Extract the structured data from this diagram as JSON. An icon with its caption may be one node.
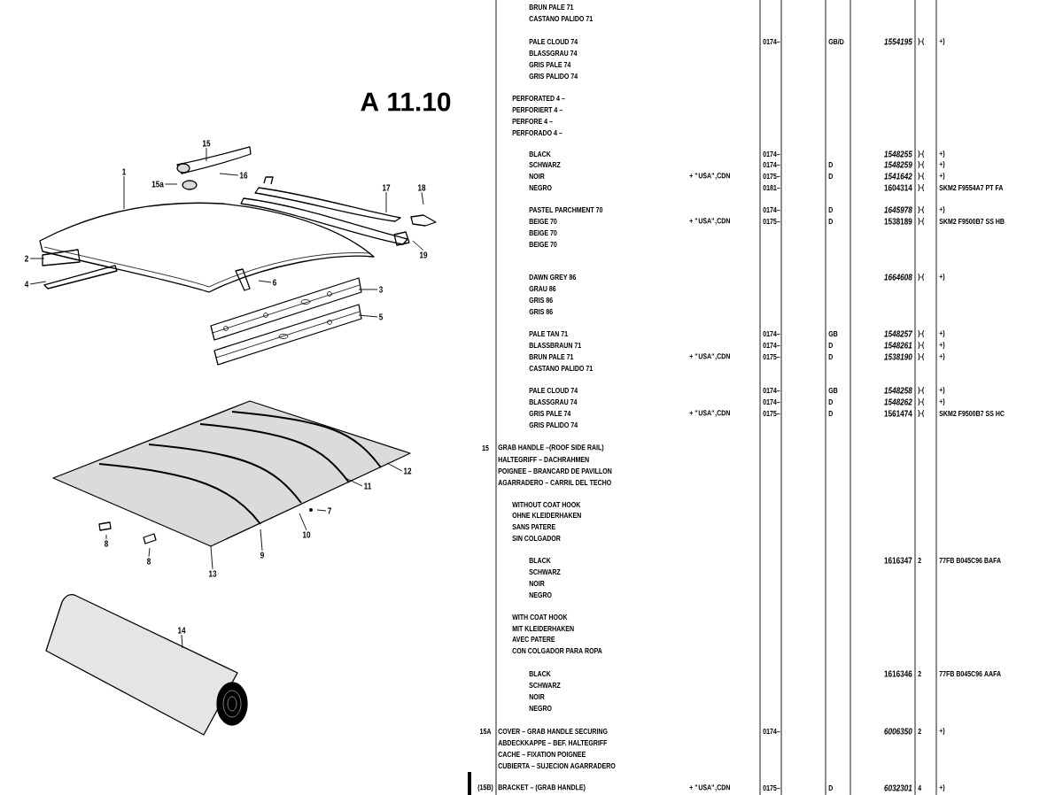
{
  "diagram": {
    "title": "A 11.10",
    "nodes": [
      {
        "text": [
          "15"
        ]
      },
      {
        "text": [
          "16"
        ]
      },
      {
        "text": [
          "15a"
        ]
      },
      {
        "text": [
          "1"
        ]
      },
      {
        "text": [
          "17"
        ]
      },
      {
        "text": [
          "18"
        ]
      },
      {
        "text": [
          "19"
        ]
      },
      {
        "text": [
          "2"
        ]
      },
      {
        "text": [
          "6"
        ]
      },
      {
        "text": [
          "3"
        ]
      },
      {
        "text": [
          "4"
        ]
      },
      {
        "text": [
          "5"
        ]
      },
      {
        "text": [
          "12"
        ]
      },
      {
        "text": [
          "11"
        ]
      },
      {
        "text": [
          "7"
        ]
      },
      {
        "text": [
          "10"
        ]
      },
      {
        "text": [
          "9"
        ]
      },
      {
        "text": [
          "8"
        ]
      },
      {
        "text": [
          "8"
        ]
      },
      {
        "text": [
          "13"
        ]
      },
      {
        "text": [
          "14"
        ]
      }
    ],
    "edges": [
      {
        "from": 0,
        "to": null,
        "arrow": "none"
      },
      {
        "from": 1,
        "to": null,
        "arrow": "none"
      },
      {
        "from": 2,
        "to": null,
        "arrow": "none"
      },
      {
        "from": 3,
        "to": null,
        "arrow": "none"
      },
      {
        "from": 4,
        "to": null,
        "arrow": "none"
      },
      {
        "from": 5,
        "to": null,
        "arrow": "none"
      },
      {
        "from": 6,
        "to": null,
        "arrow": "none"
      },
      {
        "from": 7,
        "to": null,
        "arrow": "none"
      },
      {
        "from": 8,
        "to": null,
        "arrow": "none"
      },
      {
        "from": 9,
        "to": null,
        "arrow": "none"
      },
      {
        "from": 10,
        "to": null,
        "arrow": "none"
      },
      {
        "from": 11,
        "to": null,
        "arrow": "none"
      },
      {
        "from": 12,
        "to": null,
        "arrow": "none"
      },
      {
        "from": 13,
        "to": null,
        "arrow": "none"
      },
      {
        "from": 14,
        "to": null,
        "arrow": "none"
      },
      {
        "from": 15,
        "to": null,
        "arrow": "none"
      },
      {
        "from": 16,
        "to": null,
        "arrow": "none"
      },
      {
        "from": 17,
        "to": null,
        "arrow": "none"
      },
      {
        "from": 18,
        "to": null,
        "arrow": "none"
      },
      {
        "from": 19,
        "to": null,
        "arrow": "none"
      },
      {
        "from": 20,
        "to": null,
        "arrow": "none"
      }
    ],
    "labels": [
      "BRUN PALE 71",
      "CASTANO PALIDO 71",
      "PALE CLOUD 74",
      "0174–",
      "GB/D",
      "1554195",
      ")-(",
      "+)",
      "BLASSGRAU 74",
      "GRIS PALE 74",
      "GRIS PALIDO 74",
      "PERFORATED 4 –",
      "PERFORIERT 4 –",
      "PERFORE 4 –",
      "PERFORADO 4 –",
      "BLACK",
      "0174–",
      "1548255",
      ")-(",
      "+)",
      "SCHWARZ",
      "0174–",
      "D",
      "1548259",
      ")-(",
      "+)",
      "NOIR",
      "+ \"USA\",CDN",
      "0175–",
      "D",
      "1541642",
      ")-(",
      "+)",
      "NEGRO",
      "0181–",
      "1604314",
      ")-(",
      "SKM2 F9554A7 PT FA",
      "PASTEL PARCHMENT 70",
      "0174–",
      "D",
      "1645978",
      ")-(",
      "+)",
      "BEIGE 70",
      "+ \"USA\",CDN",
      "0175–",
      "D",
      "1538189",
      ")-(",
      "SKM2 F9500B7 SS HB",
      "BEIGE 70",
      "BEIGE 70",
      "DAWN GREY 86",
      "1664608",
      ")-(",
      "+)",
      "GRAU 86",
      "GRIS 86",
      "GRIS 86",
      "PALE TAN 71",
      "0174–",
      "GB",
      "1548257",
      ")-(",
      "+)",
      "BLASSBRAUN 71",
      "0174–",
      "D",
      "1548261",
      ")-(",
      "+)",
      "BRUN PALE 71",
      "+ \"USA\",CDN",
      "0175–",
      "D",
      "1538190",
      ")-(",
      "+)",
      "CASTANO PALIDO 71",
      "PALE CLOUD 74",
      "0174–",
      "GB",
      "1548258",
      ")-(",
      "+)",
      "BLASSGRAU 74",
      "0174–",
      "D",
      "1548262",
      ")-(",
      "+)",
      "GRIS PALE 74",
      "+ \"USA\",CDN",
      "0175–",
      "D",
      "1561474",
      ")-(",
      "SKM2 F9500B7 SS HC",
      "GRIS PALIDO 74",
      "15",
      "GRAB HANDLE –(ROOF SIDE RAIL)",
      "HALTEGRIFF – DACHRAHMEN",
      "POIGNEE – BRANCARD DE PAVILLON",
      "AGARRADERO – CARRIL DEL TECHO",
      "WITHOUT COAT HOOK",
      "OHNE KLEIDERHAKEN",
      "SANS PATERE",
      "SIN COLGADOR",
      "BLACK",
      "1616347",
      "2",
      "77FB B045C96 BAFA",
      "SCHWARZ",
      "NOIR",
      "NEGRO",
      "WITH COAT HOOK",
      "MIT KLEIDERHAKEN",
      "AVEC PATERE",
      "CON COLGADOR PARA ROPA",
      "BLACK",
      "1616346",
      "2",
      "77FB B045C96 AAFA",
      "SCHWARZ",
      "NOIR",
      "NEGRO",
      "15A",
      "COVER – GRAB HANDLE SECURING",
      "0174–",
      "6006350",
      "2",
      "+)",
      "ABDECKKAPPE – BEF. HALTEGRIFF",
      "CACHE – FIXATION POIGNEE",
      "CUBIERTA – SUJECION AGARRADERO",
      "(15B)",
      "BRACKET – (GRAB HANDLE)",
      "+ \"USA\",CDN",
      "0175–",
      "D",
      "6032301",
      "4",
      "+)"
    ]
  }
}
